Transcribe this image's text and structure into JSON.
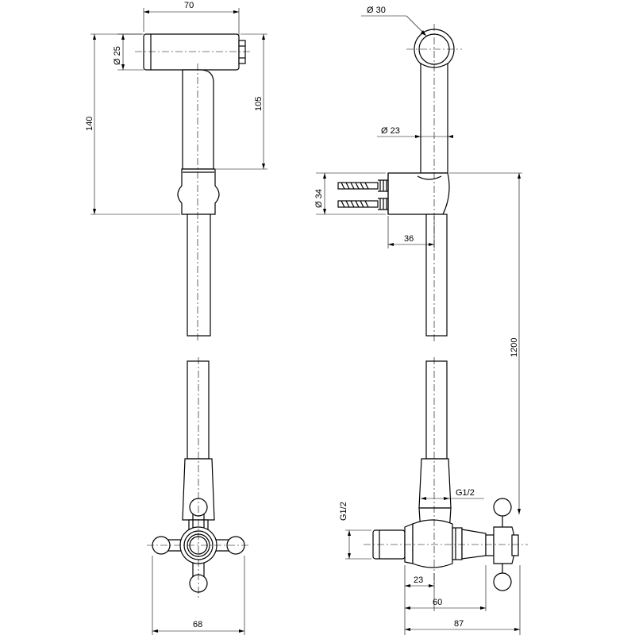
{
  "dimensions": {
    "handle_length": "70",
    "handle_diameter": "Ø 25",
    "height_handle": "105",
    "height_total": "140",
    "outlet_diameter": "Ø 30",
    "grip_diameter": "Ø 23",
    "holder_diameter": "Ø 34",
    "holder_depth": "36",
    "hose_length": "1200",
    "thread_left": "G1/2",
    "thread_right": "G1/2",
    "valve_width": "68",
    "offset_23": "23",
    "offset_60": "60",
    "offset_87": "87"
  }
}
